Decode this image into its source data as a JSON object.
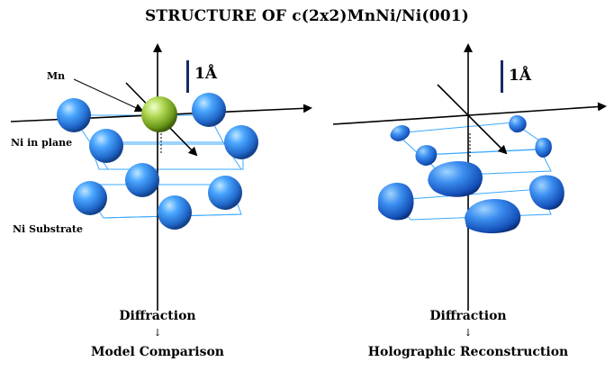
{
  "title": "STRUCTURE OF c(2x2)MnNi/Ni(001)",
  "left_panel": {
    "label_mn": "Mn",
    "label_ni_plane": "Ni in plane",
    "label_ni_substrate": "Ni Substrate",
    "scale_label": "1Å",
    "caption_top": "Diffraction",
    "caption_bottom": "Model Comparison"
  },
  "right_panel": {
    "scale_label": "1Å",
    "caption_top": "Diffraction",
    "caption_bottom": "Holographic Reconstruction"
  },
  "arrow_glyph": "↓",
  "colors": {
    "ni_atom": "#2a7fe0",
    "mn_atom": "#7fb020",
    "grid_lines": "#3aa8ff",
    "reconstruction_blob": "#1a5cc8"
  }
}
